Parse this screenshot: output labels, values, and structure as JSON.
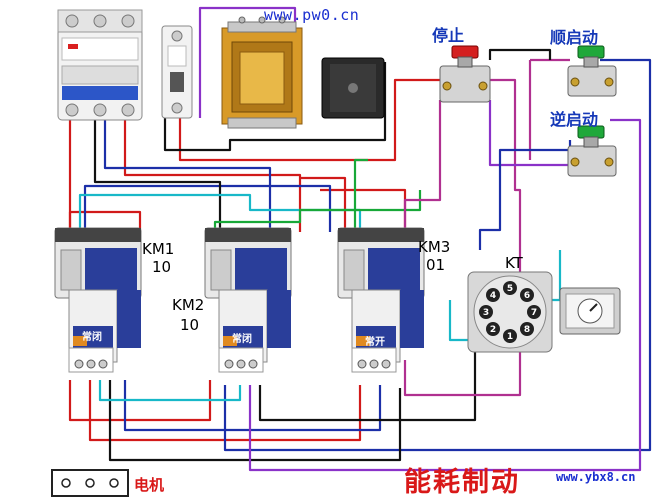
{
  "site": {
    "top": "www.pw0.cn",
    "bottom": "www.ybx8.cn"
  },
  "buttons": {
    "stop": "停止",
    "forward": "顺启动",
    "reverse": "逆启动"
  },
  "contactors": [
    {
      "name": "KM1",
      "code": "10",
      "relay": "常闭"
    },
    {
      "name": "KM2",
      "code": "10",
      "relay": "常闭"
    },
    {
      "name": "KM3",
      "code": "01",
      "relay": "常开"
    }
  ],
  "timer": {
    "name": "KT",
    "pins": [
      "1",
      "2",
      "3",
      "4",
      "5",
      "6",
      "7",
      "8"
    ]
  },
  "motor": {
    "label": "电机"
  },
  "title": "能耗制动",
  "colors": {
    "label_blue": "#1538b8",
    "title_red": "#d91818",
    "stop_button": "#d42020",
    "start_button": "#1fa83a"
  }
}
